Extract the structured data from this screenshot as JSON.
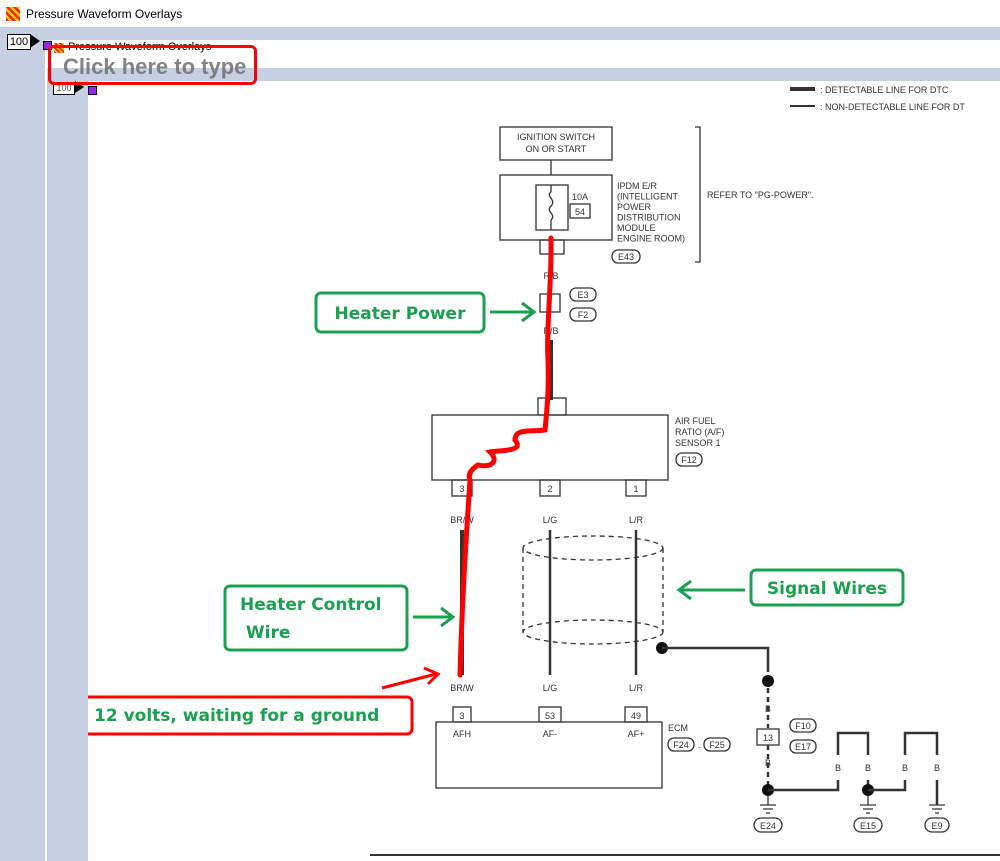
{
  "window": {
    "title": "Pressure Waveform Overlays",
    "zoom": "100"
  },
  "inner_window": {
    "title": "Pressure Waveform Overlays",
    "zoom": "100"
  },
  "text_input": {
    "placeholder": "Click here to type"
  },
  "legend": {
    "detectable": ": DETECTABLE LINE FOR DTC",
    "non_detectable": ": NON-DETECTABLE LINE FOR DT"
  },
  "ignition": {
    "line1": "IGNITION SWITCH",
    "line2": "ON OR START"
  },
  "ipdm": {
    "fuse_rating": "10A",
    "fuse_no": "54",
    "lines": [
      "IPDM E/R",
      "(INTELLIGENT",
      "POWER",
      "DISTRIBUTION",
      "MODULE",
      "ENGINE ROOM)"
    ],
    "connector": "E43",
    "refer": "REFER TO \"PG-POWER\"."
  },
  "wire_rb": [
    "R/B",
    "R/B"
  ],
  "joint_connectors": [
    "E3",
    "F2"
  ],
  "sensor": {
    "lines": [
      "AIR FUEL",
      "RATIO (A/F)",
      "SENSOR 1"
    ],
    "connector": "F12",
    "pins": [
      "3",
      "2",
      "1"
    ],
    "wires": [
      "BR/W",
      "L/G",
      "L/R"
    ]
  },
  "ecm": {
    "label": "ECM",
    "wires": [
      "BR/W",
      "L/G",
      "L/R"
    ],
    "pins": [
      "3",
      "53",
      "49"
    ],
    "terminals": [
      "AFH",
      "AF-",
      "AF+"
    ],
    "connectors": [
      "F24",
      "F25"
    ],
    "sep": "."
  },
  "ground": {
    "wire": "B",
    "joint_pin": "13",
    "joint_connectors": [
      "F10",
      "E17"
    ],
    "grounds": [
      "E24",
      "E15",
      "E9"
    ]
  },
  "annotations": {
    "heater_power": "Heater Power",
    "heater_control": [
      "Heater Control",
      " Wire"
    ],
    "signal_wires": "Signal Wires",
    "twelve_volts": "12 volts, waiting for a ground"
  },
  "colors": {
    "annotation_green": "#1aa050",
    "annotation_red": "#ff0000",
    "panel": "#c6d0e2"
  }
}
